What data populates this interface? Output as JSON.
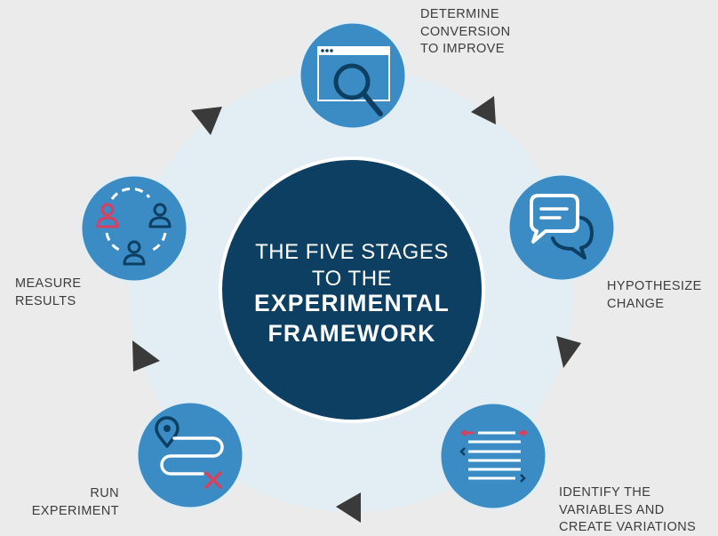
{
  "diagram": {
    "center": {
      "line1": "THE FIVE STAGES",
      "line2": "TO THE",
      "line3": "EXPERIMENTAL",
      "line4": "FRAMEWORK"
    },
    "stages": [
      {
        "icon": "browser-search-icon",
        "lines": [
          "DETERMINE",
          "CONVERSION",
          "TO IMPROVE"
        ]
      },
      {
        "icon": "speech-bubbles-icon",
        "lines": [
          "HYPOTHESIZE",
          "CHANGE"
        ]
      },
      {
        "icon": "variations-list-icon",
        "lines": [
          "IDENTIFY THE",
          "VARIABLES AND",
          "CREATE VARIATIONS"
        ]
      },
      {
        "icon": "route-map-icon",
        "lines": [
          "RUN",
          "EXPERIMENT"
        ]
      },
      {
        "icon": "people-group-icon",
        "lines": [
          "MEASURE",
          "RESULTS"
        ]
      }
    ],
    "colors": {
      "background": "#ebebeb",
      "ring": "#e3edf4",
      "center_circle": "#0d3f62",
      "stage_circle": "#3b8cc4",
      "icon_dark": "#0d3f62",
      "icon_light": "#ffffff",
      "icon_accent": "#d9405e",
      "arrow": "#3a3a3a",
      "text": "#3c3c3c"
    }
  }
}
